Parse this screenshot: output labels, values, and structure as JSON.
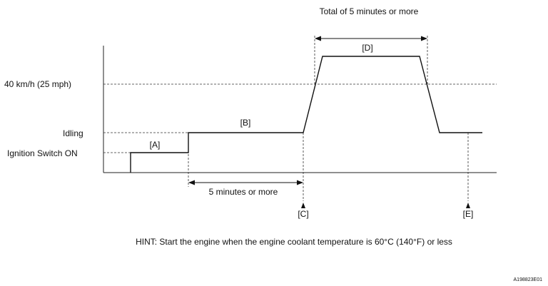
{
  "diagram": {
    "y_labels": {
      "speed_40": "40 km/h (25 mph)",
      "idling": "Idling",
      "ignition_on": "Ignition Switch ON"
    },
    "phase_labels": {
      "a": "[A]",
      "b": "[B]",
      "c": "[C]",
      "d": "[D]",
      "e": "[E]"
    },
    "durations": {
      "total_d": "Total of 5 minutes or more",
      "five_min": "5 minutes or more"
    },
    "hint": "HINT: Start the engine when the engine coolant temperature is 60°C (140°F) or less",
    "figure_code": "A198823E01"
  }
}
